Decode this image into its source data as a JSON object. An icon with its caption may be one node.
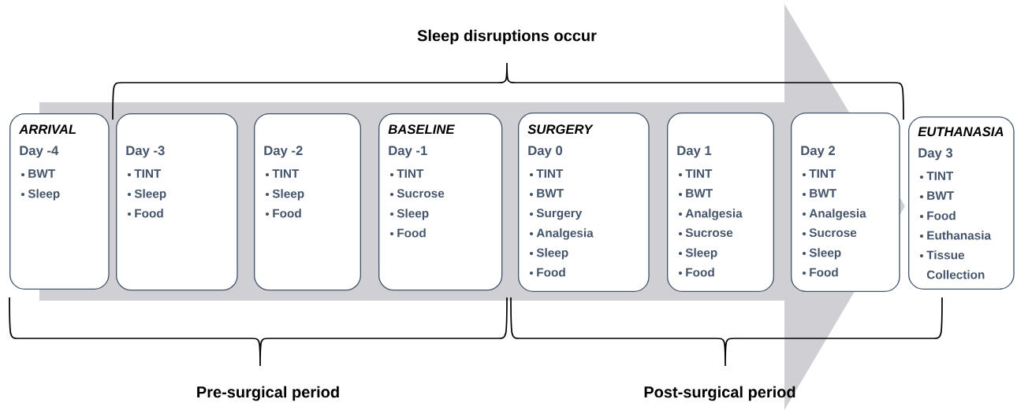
{
  "diagram": {
    "nodes": [
      {
        "text": [
          "ARRIVAL",
          "Day -4",
          "BWT",
          "Sleep"
        ]
      },
      {
        "text": [
          "Day -3",
          "TINT",
          "Sleep",
          "Food"
        ]
      },
      {
        "text": [
          "Day -2",
          "TINT",
          "Sleep",
          "Food"
        ]
      },
      {
        "text": [
          "BASELINE",
          "Day -1",
          "TINT",
          "Sucrose",
          "Sleep",
          "Food"
        ]
      },
      {
        "text": [
          "SURGERY",
          "Day 0",
          "TINT",
          "BWT",
          "Surgery",
          "Analgesia",
          "Sleep",
          "Food"
        ]
      },
      {
        "text": [
          "Day 1",
          "TINT",
          "BWT",
          "Analgesia",
          "Sucrose",
          "Sleep",
          "Food"
        ]
      },
      {
        "text": [
          "Day 2",
          "TINT",
          "BWT",
          "Analgesia",
          "Sucrose",
          "Sleep",
          "Food"
        ]
      },
      {
        "text": [
          "EUTHANASIA",
          "Day 3",
          "TINT",
          "BWT",
          "Food",
          "Euthanasia",
          "Tissue Collection"
        ]
      }
    ],
    "labels": [
      "Sleep disruptions occur",
      "Pre-surgical period",
      "Post-surgical period"
    ]
  }
}
